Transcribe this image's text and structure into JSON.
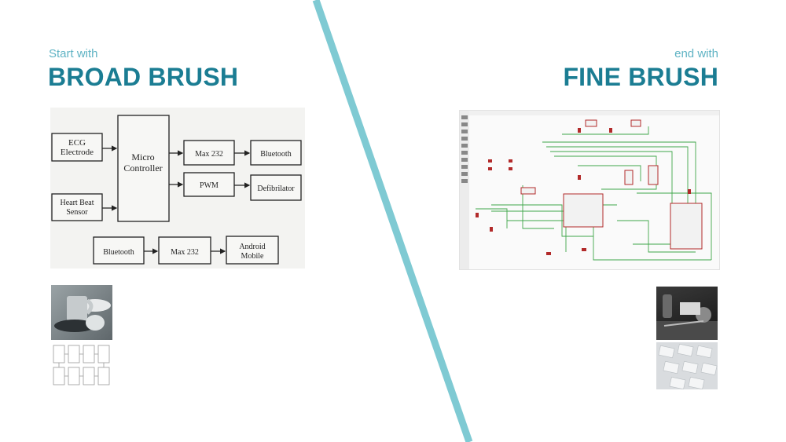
{
  "left": {
    "kicker": "Start with",
    "headline": "BROAD BRUSH",
    "diagram": {
      "ecg": [
        "ECG",
        "Electrode"
      ],
      "heart": [
        "Heart Beat",
        "Sensor"
      ],
      "micro": [
        "Micro",
        "Controller"
      ],
      "max232_top": "Max 232",
      "pwm": "PWM",
      "bluetooth_top": "Bluetooth",
      "defibrilator": "Defibrilator",
      "bluetooth_bottom": "Bluetooth",
      "max232_bottom": "Max 232",
      "android": [
        "Android",
        "Mobile"
      ]
    }
  },
  "right": {
    "kicker": "end with",
    "headline": "FINE BRUSH"
  },
  "colors": {
    "divider": "#7fcad3",
    "headline": "#1b7d93",
    "kicker": "#5fb3c4",
    "schematic_trace": "#3fa64a",
    "schematic_part": "#b22a2a"
  }
}
